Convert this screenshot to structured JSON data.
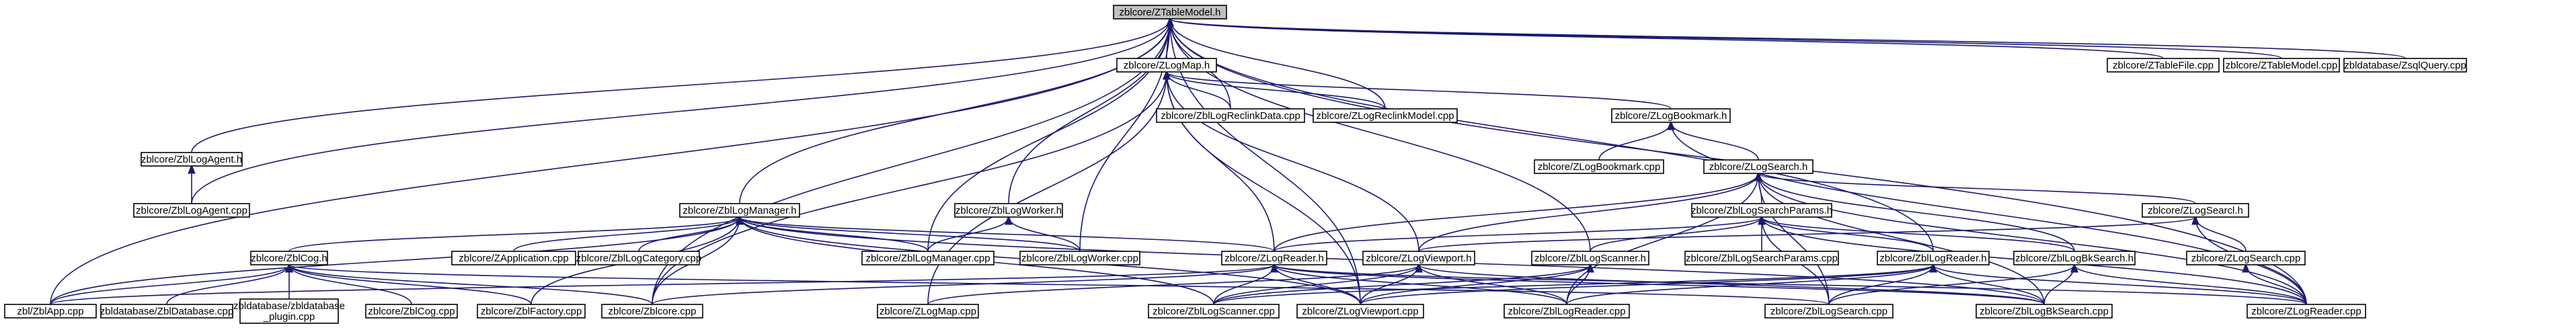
{
  "diagram": {
    "type": "include-dependency-graph",
    "edge_color": "#191970",
    "root_fill": "#c0c0c0",
    "node_fill": "#ffffff",
    "nodes": [
      {
        "id": "ztablemodel_h",
        "label": "zblcore/ZTableModel.h",
        "root": true
      },
      {
        "id": "zlogmap_h",
        "label": "zblcore/ZLogMap.h"
      },
      {
        "id": "ztablefile_cpp",
        "label": "zblcore/ZTableFile.cpp"
      },
      {
        "id": "ztablemodel_cpp",
        "label": "zblcore/ZTableModel.cpp"
      },
      {
        "id": "zsqlquery_cpp",
        "label": "zbldatabase/ZsqlQuery.cpp"
      },
      {
        "id": "zbllogagent_h",
        "label": "zblcore/ZblLogAgent.h"
      },
      {
        "id": "zbllogreclinkdata_cpp",
        "label": "zblcore/ZblLogReclinkData.cpp"
      },
      {
        "id": "zlogreclinkmodel_cpp",
        "label": "zblcore/ZLogReclinkModel.cpp"
      },
      {
        "id": "zlogbookmark_h",
        "label": "zblcore/ZLogBookmark.h"
      },
      {
        "id": "zlogbookmark_cpp",
        "label": "zblcore/ZLogBookmark.cpp"
      },
      {
        "id": "zlogsearch_h",
        "label": "zblcore/ZLogSearch.h"
      },
      {
        "id": "zbllogagent_cpp",
        "label": "zblcore/ZblLogAgent.cpp"
      },
      {
        "id": "zbllogmanager_h",
        "label": "zblcore/ZblLogManager.h"
      },
      {
        "id": "zbllogworker_h",
        "label": "zblcore/ZblLogWorker.h"
      },
      {
        "id": "zblogsearchparams_h",
        "label": "zblcore/ZblLogSearchParams.h"
      },
      {
        "id": "zlogsearcl_h",
        "label": "zblcore/ZLogSearcl.h"
      },
      {
        "id": "zblcog_h",
        "label": "zblcore/ZblCog.h"
      },
      {
        "id": "zapplication_cpp",
        "label": "zblcore/ZApplication.cpp"
      },
      {
        "id": "zbllogcategory_cpp",
        "label": "zblcore/ZblLogCategory.cpp"
      },
      {
        "id": "zbllogmanager_cpp",
        "label": "zblcore/ZblLogManager.cpp"
      },
      {
        "id": "zbllogworker_cpp",
        "label": "zblcore/ZblLogWorker.cpp"
      },
      {
        "id": "zlogreader_h",
        "label": "zblcore/ZLogReader.h"
      },
      {
        "id": "zlogviewport_h",
        "label": "zblcore/ZLogViewport.h"
      },
      {
        "id": "zbllogscanner_h",
        "label": "zblcore/ZblLogScanner.h"
      },
      {
        "id": "zblogsearchparams_cpp",
        "label": "zblcore/ZblLogSearchParams.cpp"
      },
      {
        "id": "zbllogreader_h",
        "label": "zblcore/ZblLogReader.h"
      },
      {
        "id": "zbllogbksearch_h",
        "label": "zblcore/ZblLogBkSearch.h"
      },
      {
        "id": "zlogsearch_cpp",
        "label": "zblcore/ZLogSearch.cpp"
      },
      {
        "id": "zblapp_cpp",
        "label": "zbl/ZblApp.cpp"
      },
      {
        "id": "zbldatabase_cpp",
        "label": "zbldatabase/ZblDatabase.cpp"
      },
      {
        "id": "zbldatabase_plugin_cpp",
        "label": "zbldatabase/zbldatabase\n_plugin.cpp"
      },
      {
        "id": "zblcog_cpp",
        "label": "zblcore/ZblCog.cpp"
      },
      {
        "id": "zblfactory_cpp",
        "label": "zblcore/ZblFactory.cpp"
      },
      {
        "id": "zblcore_cpp",
        "label": "zblcore/Zblcore.cpp"
      },
      {
        "id": "zlogmap_cpp",
        "label": "zblcore/ZLogMap.cpp"
      },
      {
        "id": "zbllogscanner_cpp",
        "label": "zblcore/ZblLogScanner.cpp"
      },
      {
        "id": "zlogviewport_cpp",
        "label": "zblcore/ZLogViewport.cpp"
      },
      {
        "id": "zbllogreader_cpp",
        "label": "zblcore/ZblLogReader.cpp"
      },
      {
        "id": "zbllogsearch_cpp",
        "label": "zblcore/ZblLogSearch.cpp"
      },
      {
        "id": "zbllogbksearch_cpp",
        "label": "zblcore/ZblLogBkSearch.cpp"
      },
      {
        "id": "zlogreader_cpp",
        "label": "zblcore/ZLogReader.cpp"
      }
    ],
    "edges": [
      [
        "zlogmap_h",
        "ztablemodel_h"
      ],
      [
        "ztablefile_cpp",
        "ztablemodel_h"
      ],
      [
        "ztablemodel_cpp",
        "ztablemodel_h"
      ],
      [
        "zsqlquery_cpp",
        "ztablemodel_h"
      ],
      [
        "zbllogagent_h",
        "ztablemodel_h"
      ],
      [
        "zbllogreclinkdata_cpp",
        "ztablemodel_h"
      ],
      [
        "zlogreclinkmodel_cpp",
        "ztablemodel_h"
      ],
      [
        "zbllogagent_cpp",
        "ztablemodel_h"
      ],
      [
        "zbllogmanager_h",
        "ztablemodel_h"
      ],
      [
        "zbllogworker_h",
        "ztablemodel_h"
      ],
      [
        "zbllogworker_cpp",
        "ztablemodel_h"
      ],
      [
        "zbllogmanager_cpp",
        "ztablemodel_h"
      ],
      [
        "zbllogscanner_h",
        "ztablemodel_h"
      ],
      [
        "zbllogreader_h",
        "ztablemodel_h"
      ],
      [
        "zblapp_cpp",
        "ztablemodel_h"
      ],
      [
        "zblcore_cpp",
        "ztablemodel_h"
      ],
      [
        "zlogviewport_cpp",
        "ztablemodel_h"
      ],
      [
        "zlogreader_cpp",
        "ztablemodel_h"
      ],
      [
        "zbllogreclinkdata_cpp",
        "zlogmap_h"
      ],
      [
        "zlogreclinkmodel_cpp",
        "zlogmap_h"
      ],
      [
        "zlogbookmark_h",
        "zlogmap_h"
      ],
      [
        "zlogreader_h",
        "zlogmap_h"
      ],
      [
        "zlogviewport_h",
        "zlogmap_h"
      ],
      [
        "zlogmap_cpp",
        "zlogmap_h"
      ],
      [
        "zblcore_cpp",
        "zlogmap_h"
      ],
      [
        "zlogviewport_cpp",
        "zlogmap_h"
      ],
      [
        "zlogbookmark_cpp",
        "zlogbookmark_h"
      ],
      [
        "zlogsearch_h",
        "zlogbookmark_h"
      ],
      [
        "zlogreader_cpp",
        "zlogbookmark_h"
      ],
      [
        "zblogsearchparams_h",
        "zlogsearch_h"
      ],
      [
        "zlogsearcl_h",
        "zlogsearch_h"
      ],
      [
        "zlogreader_h",
        "zlogsearch_h"
      ],
      [
        "zlogviewport_h",
        "zlogsearch_h"
      ],
      [
        "zbllogbksearch_h",
        "zlogsearch_h"
      ],
      [
        "zbllogreader_cpp",
        "zlogsearch_h"
      ],
      [
        "zbllogsearch_cpp",
        "zlogsearch_h"
      ],
      [
        "zbllogbksearch_cpp",
        "zlogsearch_h"
      ],
      [
        "zlogreader_cpp",
        "zlogsearch_h"
      ],
      [
        "zbllogagent_cpp",
        "zbllogagent_h"
      ],
      [
        "zblcog_h",
        "zbllogmanager_h"
      ],
      [
        "zapplication_cpp",
        "zbllogmanager_h"
      ],
      [
        "zbllogcategory_cpp",
        "zbllogmanager_h"
      ],
      [
        "zbllogmanager_cpp",
        "zbllogmanager_h"
      ],
      [
        "zbllogworker_cpp",
        "zbllogmanager_h"
      ],
      [
        "zlogreader_h",
        "zbllogmanager_h"
      ],
      [
        "zblapp_cpp",
        "zbllogmanager_h"
      ],
      [
        "zblcore_cpp",
        "zbllogmanager_h"
      ],
      [
        "zblfactory_cpp",
        "zbllogmanager_h"
      ],
      [
        "zbllogscanner_cpp",
        "zbllogmanager_h"
      ],
      [
        "zlogviewport_cpp",
        "zbllogmanager_h"
      ],
      [
        "zbllogbksearch_cpp",
        "zbllogmanager_h"
      ],
      [
        "zbllogmanager_cpp",
        "zbllogworker_h"
      ],
      [
        "zbllogworker_cpp",
        "zbllogworker_h"
      ],
      [
        "zlogreader_h",
        "zblogsearchparams_h"
      ],
      [
        "zbllogscanner_h",
        "zblogsearchparams_h"
      ],
      [
        "zblogsearchparams_cpp",
        "zblogsearchparams_h"
      ],
      [
        "zbllogreader_h",
        "zblogsearchparams_h"
      ],
      [
        "zbllogbksearch_h",
        "zblogsearchparams_h"
      ],
      [
        "zbllogsearch_cpp",
        "zblogsearchparams_h"
      ],
      [
        "zlogreader_cpp",
        "zblogsearchparams_h"
      ],
      [
        "zlogviewport_h",
        "zlogsearcl_h"
      ],
      [
        "zlogsearch_cpp",
        "zlogsearcl_h"
      ],
      [
        "zlogreader_cpp",
        "zlogsearcl_h"
      ],
      [
        "zblapp_cpp",
        "zblcog_h"
      ],
      [
        "zbldatabase_cpp",
        "zblcog_h"
      ],
      [
        "zbldatabase_plugin_cpp",
        "zblcog_h"
      ],
      [
        "zblcog_cpp",
        "zblcog_h"
      ],
      [
        "zblfactory_cpp",
        "zblcog_h"
      ],
      [
        "zblcore_cpp",
        "zblcog_h"
      ],
      [
        "zbllogsearch_cpp",
        "zblcog_h"
      ],
      [
        "zblapp_cpp",
        "zlogreader_h"
      ],
      [
        "zblcore_cpp",
        "zlogreader_h"
      ],
      [
        "zbllogscanner_cpp",
        "zlogreader_h"
      ],
      [
        "zlogviewport_cpp",
        "zlogreader_h"
      ],
      [
        "zbllogreader_cpp",
        "zlogreader_h"
      ],
      [
        "zbllogbksearch_cpp",
        "zlogreader_h"
      ],
      [
        "zlogreader_cpp",
        "zlogreader_h"
      ],
      [
        "zlogmap_cpp",
        "zlogviewport_h"
      ],
      [
        "zbllogscanner_cpp",
        "zlogviewport_h"
      ],
      [
        "zlogviewport_cpp",
        "zlogviewport_h"
      ],
      [
        "zbllogreader_cpp",
        "zlogviewport_h"
      ],
      [
        "zbllogbksearch_cpp",
        "zlogviewport_h"
      ],
      [
        "zbllogscanner_cpp",
        "zbllogscanner_h"
      ],
      [
        "zlogviewport_cpp",
        "zbllogscanner_h"
      ],
      [
        "zbllogreader_cpp",
        "zbllogscanner_h"
      ],
      [
        "zbllogscanner_cpp",
        "zbllogreader_h"
      ],
      [
        "zlogviewport_cpp",
        "zbllogreader_h"
      ],
      [
        "zbllogreader_cpp",
        "zbllogreader_h"
      ],
      [
        "zbllogsearch_cpp",
        "zbllogreader_h"
      ],
      [
        "zbllogbksearch_cpp",
        "zbllogreader_h"
      ],
      [
        "zlogreader_cpp",
        "zbllogreader_h"
      ],
      [
        "zbllogsearch_cpp",
        "zbllogbksearch_h"
      ],
      [
        "zbllogbksearch_cpp",
        "zbllogbksearch_h"
      ],
      [
        "zlogreader_cpp",
        "zbllogbksearch_h"
      ],
      [
        "zlogreader_cpp",
        "zlogsearch_cpp"
      ]
    ]
  }
}
